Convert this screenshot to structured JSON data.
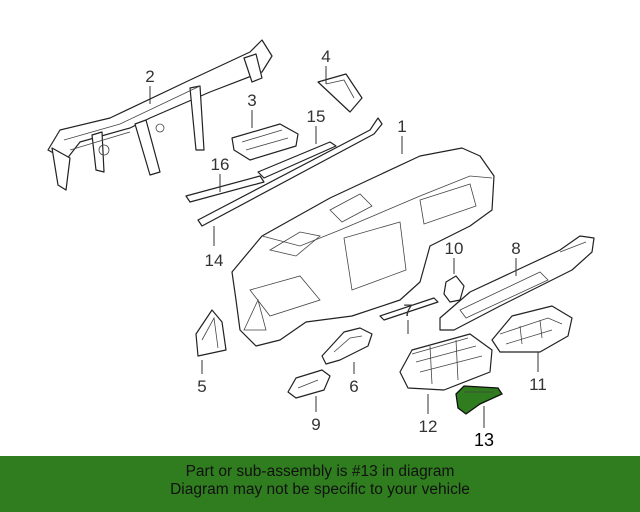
{
  "diagram": {
    "callouts": [
      "1",
      "2",
      "3",
      "4",
      "5",
      "6",
      "7",
      "8",
      "9",
      "10",
      "11",
      "12",
      "13",
      "14",
      "15",
      "16"
    ],
    "highlighted_callout": "13",
    "highlight_color": "#2f7d1e"
  },
  "banner": {
    "line1": "Part or sub-assembly is #13 in diagram",
    "line2": "Diagram may not be specific to your vehicle",
    "background": "#2f7d1e"
  }
}
